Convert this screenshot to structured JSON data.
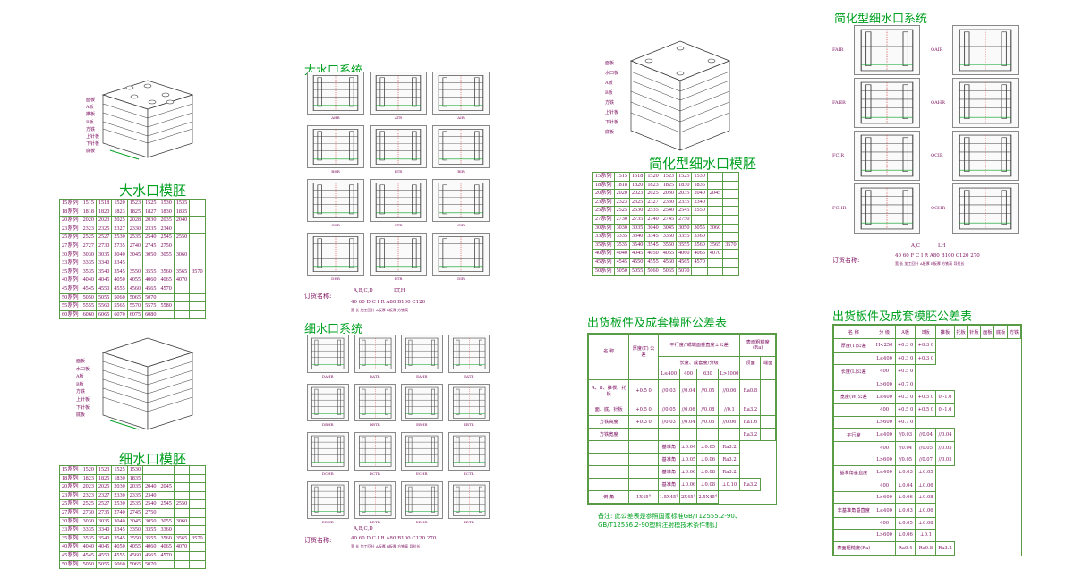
{
  "titles": {
    "big_gate_base": "大水口模胚",
    "fine_gate_base": "细水口模胚",
    "big_gate_system": "大水口系统",
    "fine_gate_system": "细水口系统",
    "simplified_fine_base": "简化型细水口模胚",
    "simplified_fine_system": "简化型细水口系统",
    "tolerance_left": "出货板件及成套模胚公差表",
    "tolerance_right": "出货板件及成套模胚公差表"
  },
  "mold_labels_top": [
    "面板",
    "A板",
    "推板",
    "B板",
    "方铁",
    "上针板",
    "下针板",
    "底板"
  ],
  "mold_labels_simplified": [
    "面板",
    "水口板",
    "A板",
    "B板",
    "方铁",
    "上针板",
    "下针板",
    "底板"
  ],
  "big_gate_table": [
    [
      "15系列",
      "1515",
      "1518",
      "1520",
      "1523",
      "1525",
      "1530",
      "1535"
    ],
    [
      "18系列",
      "1818",
      "1820",
      "1823",
      "1825",
      "1827",
      "1830",
      "1835"
    ],
    [
      "20系列",
      "2020",
      "2023",
      "2025",
      "2028",
      "2030",
      "2035",
      "2040"
    ],
    [
      "23系列",
      "2323",
      "2325",
      "2327",
      "2330",
      "2335",
      "2340"
    ],
    [
      "25系列",
      "2525",
      "2527",
      "2530",
      "2535",
      "2540",
      "2545",
      "2550"
    ],
    [
      "27系列",
      "2727",
      "2730",
      "2735",
      "2740",
      "2745",
      "2750"
    ],
    [
      "30系列",
      "3030",
      "3035",
      "3040",
      "3045",
      "3050",
      "3055",
      "3060"
    ],
    [
      "33系列",
      "3335",
      "3340",
      "3345"
    ],
    [
      "35系列",
      "3535",
      "3540",
      "3545",
      "3550",
      "3555",
      "3560",
      "3565",
      "3570"
    ],
    [
      "40系列",
      "4040",
      "4045",
      "4050",
      "4055",
      "4060",
      "4065",
      "4070"
    ],
    [
      "45系列",
      "4545",
      "4550",
      "4555",
      "4560",
      "4565",
      "4570"
    ],
    [
      "50系列",
      "5050",
      "5055",
      "5060",
      "5065",
      "5070"
    ],
    [
      "55系列",
      "5555",
      "5560",
      "5565",
      "5570",
      "5575",
      "5580"
    ],
    [
      "60系列",
      "6060",
      "6065",
      "6070",
      "6075",
      "6080"
    ]
  ],
  "fine_gate_table": [
    [
      "15系列",
      "1520",
      "1523",
      "1525",
      "1530"
    ],
    [
      "18系列",
      "1823",
      "1825",
      "1830",
      "1835"
    ],
    [
      "20系列",
      "2023",
      "2025",
      "2030",
      "2035",
      "2040",
      "2045"
    ],
    [
      "23系列",
      "2323",
      "2327",
      "2330",
      "2335",
      "2340"
    ],
    [
      "25系列",
      "2525",
      "2527",
      "2530",
      "2535",
      "2540",
      "2545",
      "2550"
    ],
    [
      "27系列",
      "2730",
      "2735",
      "2740",
      "2745",
      "2750"
    ],
    [
      "30系列",
      "3030",
      "3035",
      "3040",
      "3045",
      "3050",
      "3055",
      "3060"
    ],
    [
      "33系列",
      "3335",
      "3340",
      "3345",
      "3350",
      "3355",
      "3360"
    ],
    [
      "35系列",
      "3535",
      "3540",
      "3545",
      "3550",
      "3555",
      "3560",
      "3565",
      "3570"
    ],
    [
      "40系列",
      "4040",
      "4045",
      "4050",
      "4055",
      "4060",
      "4065",
      "4070"
    ],
    [
      "45系列",
      "4545",
      "4550",
      "4555",
      "4560",
      "4565",
      "4570"
    ],
    [
      "50系列",
      "5050",
      "5055",
      "5060",
      "5065",
      "5070"
    ]
  ],
  "simplified_table": [
    [
      "15系列",
      "1515",
      "1518",
      "1520",
      "1523",
      "1525",
      "1530"
    ],
    [
      "18系列",
      "1818",
      "1820",
      "1823",
      "1825",
      "1830",
      "1835"
    ],
    [
      "20系列",
      "2020",
      "2023",
      "2025",
      "2030",
      "2035",
      "2040",
      "2045"
    ],
    [
      "23系列",
      "2323",
      "2325",
      "2327",
      "2330",
      "2335",
      "2340"
    ],
    [
      "25系列",
      "2525",
      "2530",
      "2535",
      "2540",
      "2545",
      "2550"
    ],
    [
      "27系列",
      "2730",
      "2735",
      "2740",
      "2745",
      "2750"
    ],
    [
      "30系列",
      "3030",
      "3035",
      "3040",
      "3045",
      "3050",
      "3055",
      "3060"
    ],
    [
      "33系列",
      "3335",
      "3340",
      "3345",
      "3350",
      "3355",
      "3360"
    ],
    [
      "35系列",
      "3535",
      "3540",
      "3545",
      "3550",
      "3555",
      "3560",
      "3565",
      "3570"
    ],
    [
      "40系列",
      "4040",
      "4045",
      "4050",
      "4055",
      "4060",
      "4065",
      "4070"
    ],
    [
      "45系列",
      "4545",
      "4550",
      "4555",
      "4560",
      "4565",
      "4570"
    ],
    [
      "50系列",
      "5050",
      "5055",
      "5060",
      "5065",
      "5070"
    ]
  ],
  "big_gate_system_labels": [
    "AHR",
    "ATR",
    "AIR",
    "BHR",
    "BTR",
    "BIR",
    "CHR",
    "CTR",
    "CIR",
    "DHR",
    "DTR",
    "DIR"
  ],
  "fine_gate_system_labels": [
    "DAHR",
    "DATR",
    "EAHR",
    "EATR",
    "DBHR",
    "DBTR",
    "EBHR",
    "EBTR",
    "DCHR",
    "DCTR",
    "ECHR",
    "ECTR",
    "DDHR",
    "DDTR",
    "EDHR",
    "EDTR"
  ],
  "simplified_system_labels": [
    "FAIR",
    "OAIR",
    "FAHR",
    "OAHR",
    "FCIR",
    "OCIR",
    "FCHR",
    "OCHR"
  ],
  "order_big": {
    "label": "订货名称:",
    "code": "A,B,C,D",
    "lth": "LT,H",
    "row": "40 60 D C I R A80 B100 C120",
    "sub": "宽 长  加工回针  A板厚 B板厚 方铁高"
  },
  "order_fine": {
    "label": "订货名称:",
    "code": "A,B,C,D",
    "row": "40 60 D C I R A80 B100 C120 270",
    "sub": "宽 长  加工回针  A板厚 B板厚 方铁高 导拉长"
  },
  "order_simpl": {
    "label": "订货名称:",
    "code": "A,C",
    "lh": "LH",
    "row": "40 60 F C I R A80 B100 C120 270",
    "sub": "宽 长  加工回针  A板厚 B板厚 方铁高 导拉长"
  },
  "tol_left": {
    "header": [
      "名 称",
      "厚度(T) 公差",
      "平行度//或端面垂直度⊥公差",
      "表面粗糙度(Ra)"
    ],
    "sub_header": [
      "长度、成套度/分级",
      "顶面",
      "端面"
    ],
    "len_cols": [
      "L≤400",
      "400<L≤630",
      "630<L≤1000",
      "L>1000"
    ],
    "rows": [
      [
        "A、B、推板、托板",
        "+0.5 0",
        "//0.03",
        "//0.04",
        "//0.05",
        "//0.06",
        "Ra0.8"
      ],
      [
        "面、底、针板",
        "+0.5 0",
        "//0.05",
        "//0.06",
        "//0.08",
        "//0.1",
        "Ra3.2"
      ],
      [
        "方铁高度",
        "+0.3 0",
        "//0.03",
        "//0.04",
        "//0.05",
        "//0.06",
        "Ra1.6"
      ],
      [
        "方铁宽度",
        "",
        "",
        "",
        "",
        "",
        "Ra3.2"
      ]
    ],
    "bottom_rows": [
      [
        "基准角",
        "⊥0.04",
        "⊥0.05",
        "Ra3.2"
      ],
      [
        "基准角",
        "⊥0.05",
        "⊥0.06",
        "Ra3.2"
      ],
      [
        "基准角",
        "⊥0.06",
        "⊥0.08",
        "Ra3.2"
      ],
      [
        "基准角",
        "⊥0.06",
        "⊥0.08",
        "⊥0.10",
        "Ra3.2"
      ]
    ],
    "chamfer": [
      "倒 角",
      "1X45°",
      "1.5X45°",
      "2X45°",
      "2.5X45°"
    ],
    "note": "备注: 此公差表是参照国家标准GB/T12555.2-90、GB/T12556.2-90塑料注射模技术条件制订"
  },
  "tol_right": {
    "header": [
      "名 称",
      "分 级",
      "A板",
      "B板",
      "推板",
      "托板",
      "针板",
      "面板",
      "底板",
      "方铁"
    ],
    "rows": [
      [
        "厚度(T)公差",
        "H<250",
        "+0.3 0",
        "+0.3 0"
      ],
      [
        "",
        "L≤400",
        "+0.3 0",
        "+0.3 0"
      ],
      [
        "长度(L)公差",
        "400<L≤600",
        "+0.5 0"
      ],
      [
        "",
        "L>600",
        "+0.7 0"
      ],
      [
        "宽度(W)公差",
        "L≤400",
        "+0.3 0",
        "+0.5 0",
        "0 -1.0"
      ],
      [
        "",
        "400<L≤600",
        "+0.5 0",
        "+0.5 0",
        "0 -1.0"
      ],
      [
        "",
        "L>600",
        "+0.7 0"
      ],
      [
        "平行度",
        "L≤400",
        "//0.03",
        "//0.04",
        "//0.04"
      ],
      [
        "",
        "400<L≤600",
        "//0.04",
        "//0.05",
        "//0.05"
      ],
      [
        "",
        "L>600",
        "//0.05",
        "//0.07",
        "//0.05"
      ],
      [
        "基准角垂直度",
        "L≤400",
        "⊥0.03",
        "⊥0.05"
      ],
      [
        "",
        "400<L≤600",
        "⊥0.04",
        "⊥0.06"
      ],
      [
        "",
        "L>600",
        "⊥0.06",
        "⊥0.08"
      ],
      [
        "非基准角垂直度",
        "L≤400",
        "⊥0.03",
        "⊥0.06"
      ],
      [
        "",
        "400<L≤600",
        "⊥0.05",
        "⊥0.08"
      ],
      [
        "",
        "L>600",
        "⊥0.06",
        "⊥0.1"
      ],
      [
        "表面粗糙度(Ra)",
        "",
        "Ra0.4",
        "Ra0.8",
        "Ra3.2"
      ]
    ]
  },
  "colors": {
    "accent": "#00a020",
    "text": "#7a0a5c",
    "grid": "#5a9c46"
  }
}
